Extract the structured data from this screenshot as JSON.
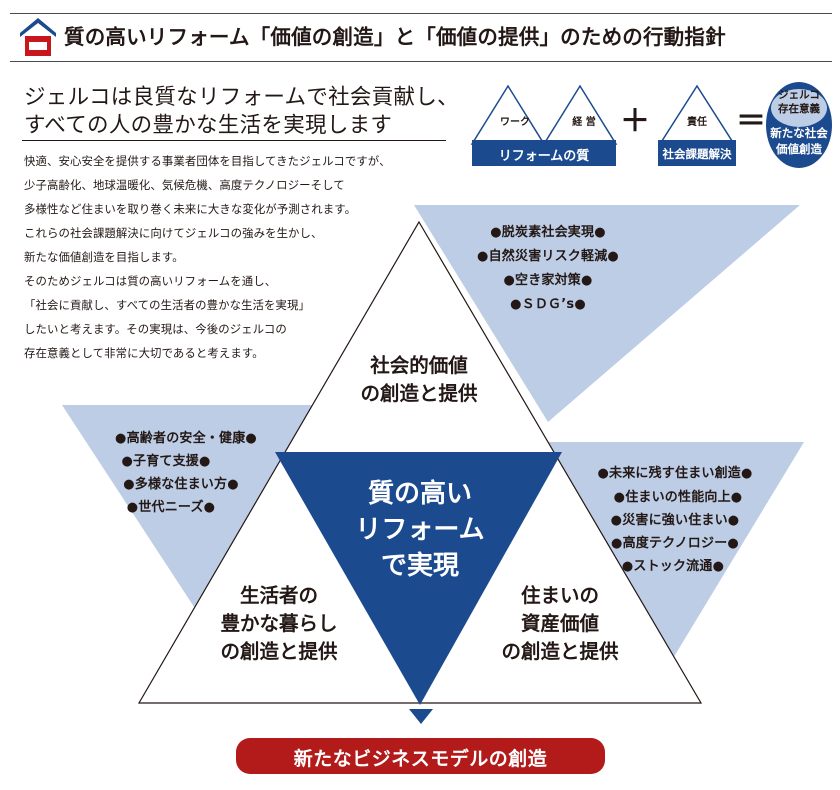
{
  "header": {
    "title": "質の高いリフォーム「価値の創造」と「価値の提供」のための行動指針",
    "logo_icon": "house-icon"
  },
  "tagline": {
    "line1": "ジェルコは良質なリフォームで社会貢献し、",
    "line2": "すべての人の豊かな生活を実現します"
  },
  "intro": {
    "lines": [
      "快適、安心安全を提供する事業者団体を目指してきたジェルコですが、",
      "少子高齢化、地球温暖化、気候危機、高度テクノロジーそして",
      "多様性など住まいを取り巻く未来に大きな変化が予測されます。",
      "これらの社会課題解決に向けてジェルコの強みを生かし、",
      "新たな価値創造を目指します。",
      "そのためジェルコは質の高いリフォームを通し、",
      "「社会に貢献し、すべての生活者の豊かな生活を実現」",
      "したいと考えます。その実現は、今後のジェルコの",
      "存在意義として非常に大切であると考えます。"
    ]
  },
  "formula": {
    "work": "ワーク",
    "management": "経 営",
    "reform_quality": "リフォームの質",
    "plus": "＋",
    "responsibility": "責任",
    "social_issue": "社会課題解決",
    "equals": "＝",
    "circle_top_1": "ジェルコ",
    "circle_top_2": "存在意義",
    "circle_bottom_1": "新たな社会",
    "circle_bottom_2": "価値創造"
  },
  "social_bullets": [
    "●脱炭素社会実現●",
    "●自然災害リスク軽減●",
    "●空き家対策●",
    "●ＳＤＧ’s●"
  ],
  "living_bullets": [
    "●高齢者の安全・健康●",
    "●子育て支援●",
    "●多様な住まい方●",
    "●世代ニーズ●"
  ],
  "housing_bullets": [
    "●未来に残す住まい創造●",
    "●住まいの性能向上●",
    "●災害に強い住まい●",
    "●高度テクノロジー●",
    "●ストック流通●"
  ],
  "labels": {
    "social": [
      "社会的価値",
      "の創造と提供"
    ],
    "center": [
      "質の高い",
      "リフォーム",
      "で実現"
    ],
    "living": [
      "生活者の",
      "豊かな暮らし",
      "の創造と提供"
    ],
    "housing": [
      "住まいの",
      "資産価値",
      "の創造と提供"
    ]
  },
  "bottom_banner": "新たなビジネスモデルの創造",
  "colors": {
    "navy": "#1c4a8f",
    "light_blue": "#bccde5",
    "banner_red": "#b31b1b",
    "text": "#231815",
    "logo_red": "#c8161d",
    "logo_blue": "#1c4a8f"
  }
}
